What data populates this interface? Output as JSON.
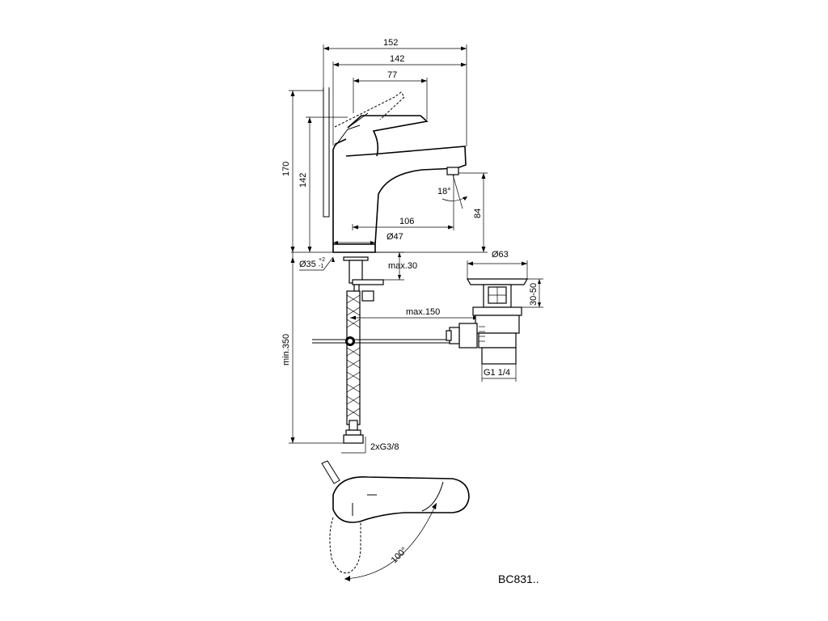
{
  "dimensions": {
    "total_width": "152",
    "spout_length": "142",
    "lever_length": "77",
    "total_height": "170",
    "body_height": "142",
    "spout_height": "84",
    "spout_angle": "18°",
    "spout_reach": "106",
    "base_diameter": "Ø47",
    "hole_diameter": "Ø35",
    "hole_tol_plus": "+2",
    "hole_tol_minus": "-1",
    "deck_thickness": "max.30",
    "rod_length": "max.150",
    "hose_length": "min.350",
    "hose_connection": "2xG3/8",
    "waste_diameter": "Ø63",
    "waste_adjust": "30-50",
    "waste_thread": "G1 1/4",
    "lever_rotation": "100°"
  },
  "product_code": "BC831.."
}
